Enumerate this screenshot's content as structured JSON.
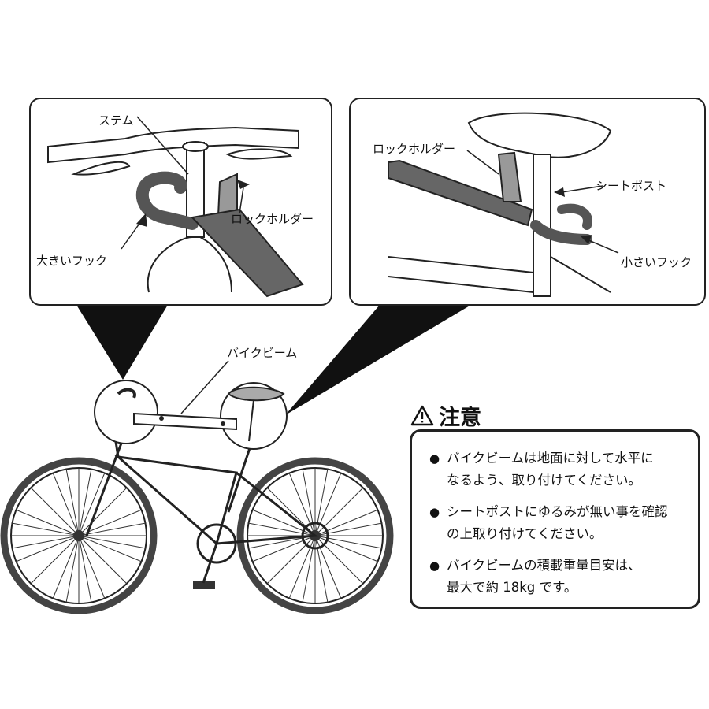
{
  "top_left_panel": {
    "label_stem": "ステム",
    "label_lock_holder": "ロックホルダー",
    "label_large_hook": "大きいフック"
  },
  "top_right_panel": {
    "label_lock_holder": "ロックホルダー",
    "label_seat_post": "シートポスト",
    "label_small_hook": "小さいフック"
  },
  "main_illustration": {
    "label_bike_beam": "バイクビーム"
  },
  "caution": {
    "icon": "warning-triangle-icon",
    "title": "注意",
    "notes": [
      "バイクビームは地面に対して水平に\nなるよう、取り付けてください。",
      "シートポストにゆるみが無い事を確認\nの上取り付けてください。",
      "バイクビームの積載重量目安は、\n最大で約 18kg です。"
    ]
  }
}
